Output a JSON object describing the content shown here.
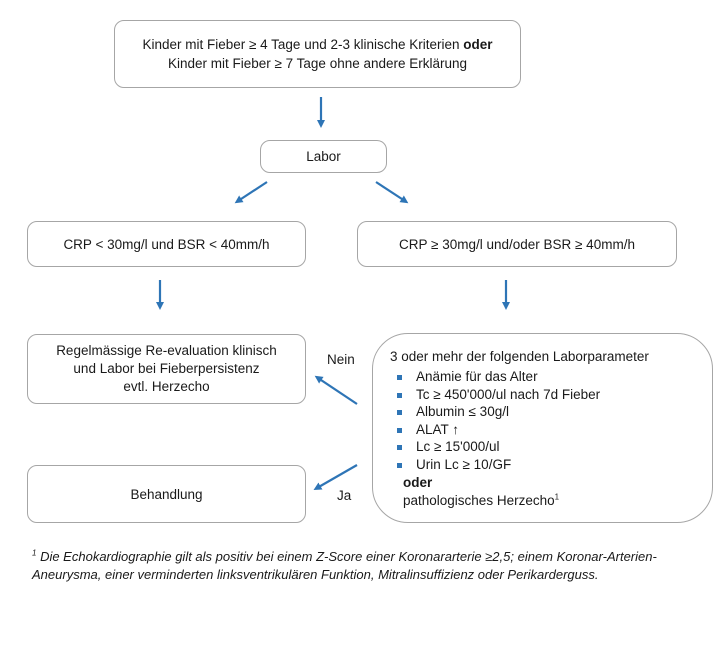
{
  "top_box": {
    "line1_prefix": "Kinder mit Fieber ≥ 4 Tage und 2-3 klinische Kriterien ",
    "line1_bold": "oder",
    "line2": "Kinder mit Fieber ≥ 7 Tage ohne andere Erklärung"
  },
  "labor_box": {
    "label": "Labor"
  },
  "left_box": {
    "label": "CRP < 30mg/l und BSR < 40mm/h"
  },
  "right_box": {
    "label": "CRP ≥ 30mg/l und/oder BSR ≥ 40mm/h"
  },
  "reeval_box": {
    "line1": "Regelmässige Re-evaluation klinisch",
    "line2": "und Labor bei Fieberpersistenz",
    "line3": "evtl. Herzecho"
  },
  "treatment_box": {
    "label": "Behandlung"
  },
  "criteria_box": {
    "header": "3 oder mehr der folgenden Laborparameter",
    "items": [
      "Anämie für das Alter",
      "Tc ≥ 450'000/ul nach 7d Fieber",
      "Albumin ≤ 30g/l",
      "ALAT ↑",
      "Lc ≥ 15'000/ul",
      "Urin Lc ≥ 10/GF"
    ],
    "oder": "oder",
    "echo": "pathologisches Herzecho",
    "echo_sup": "1"
  },
  "labels": {
    "nein": "Nein",
    "ja": "Ja"
  },
  "footnote": {
    "sup": "1",
    "text": " Die Echokardiographie gilt als positiv bei einem Z-Score einer Koronararterie  ≥2,5; einem Koronar-Arterien-Aneurysma, einer verminderten linksventrikulären Funktion, Mitralinsuffizienz oder Perikarderguss."
  },
  "colors": {
    "arrow": "#2e75b6",
    "border": "#a6a6a6",
    "bullet": "#2e75b6"
  }
}
